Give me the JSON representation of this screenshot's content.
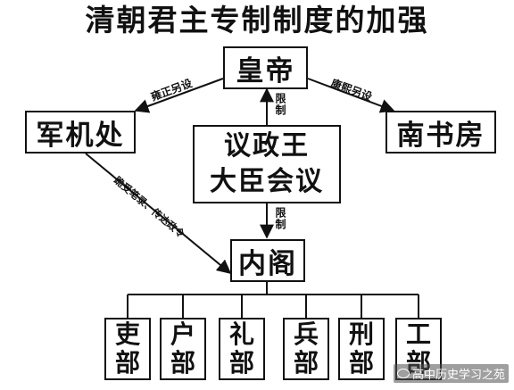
{
  "title": "清朝君主专制制度的加强",
  "nodes": {
    "emperor": "皇帝",
    "grand_council": "军机处",
    "southern_study": "南书房",
    "deliberative_council_line1": "议政王",
    "deliberative_council_line2": "大臣会议",
    "grand_secretariat": "内阁"
  },
  "ministries": [
    {
      "line1": "吏",
      "line2": "部"
    },
    {
      "line1": "户",
      "line2": "部"
    },
    {
      "line1": "礼",
      "line2": "部"
    },
    {
      "line1": "兵",
      "line2": "部"
    },
    {
      "line1": "刑",
      "line2": "部"
    },
    {
      "line1": "工",
      "line2": "部"
    }
  ],
  "edge_labels": {
    "yongzheng": "雍正另设",
    "kangxi": "康熙另设",
    "restrict_upper": "限制",
    "restrict_lower": "限制",
    "grand_council_to_secretariat": "跪受笔录、传达政令"
  },
  "watermark": "高中历史学习之苑"
}
